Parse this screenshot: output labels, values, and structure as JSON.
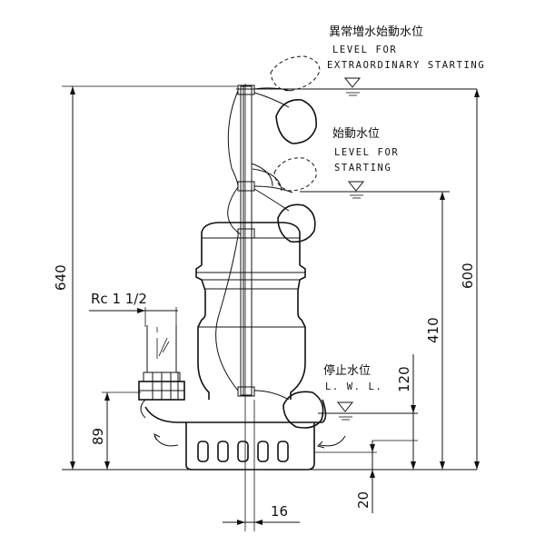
{
  "levels": {
    "extraordinary": {
      "jp": "異常増水始動水位",
      "en1": "LEVEL FOR",
      "en2": "EXTRAORDINARY STARTING"
    },
    "starting": {
      "jp": "始動水位",
      "en1": "LEVEL FOR",
      "en2": "STARTING"
    },
    "stop": {
      "jp": "停止水位",
      "en1": "L. W. L."
    }
  },
  "dimensions": {
    "overall_height": "640",
    "extraordinary_level": "600",
    "starting_level": "410",
    "stop_level": "120",
    "outlet_height": "89",
    "bottom_clearance": "20",
    "offset": "16",
    "outlet_thread": "Rc 1 1/2"
  }
}
